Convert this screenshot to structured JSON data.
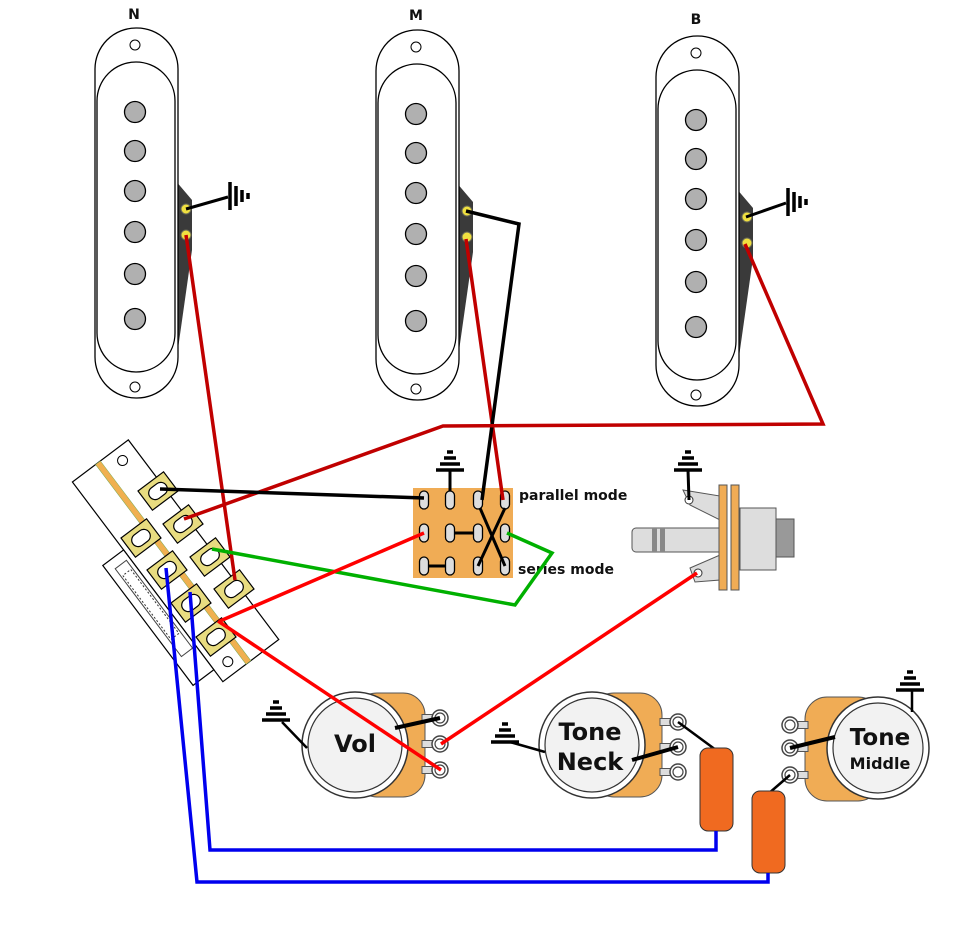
{
  "pickups": [
    {
      "label": "N"
    },
    {
      "label": "M"
    },
    {
      "label": "B"
    }
  ],
  "dpdt_switch": {
    "top_label": "parallel mode",
    "bottom_label": "series mode"
  },
  "pots": {
    "volume": {
      "label": "Vol"
    },
    "tone_neck": {
      "line1": "Tone",
      "line2": "Neck"
    },
    "tone_middle": {
      "line1": "Tone",
      "line2": "Middle"
    }
  },
  "colors": {
    "hot_wire_dark": "#c00000",
    "hot_wire": "#ff0000",
    "ground_wire": "#000000",
    "green_wire": "#00b000",
    "blue_wire": "#0000ee",
    "pot_body": "#f0b050",
    "capacitor": "#f06a20",
    "switch_lug": "#e8dc80",
    "pickup_wedge": "#3a3a3a"
  }
}
